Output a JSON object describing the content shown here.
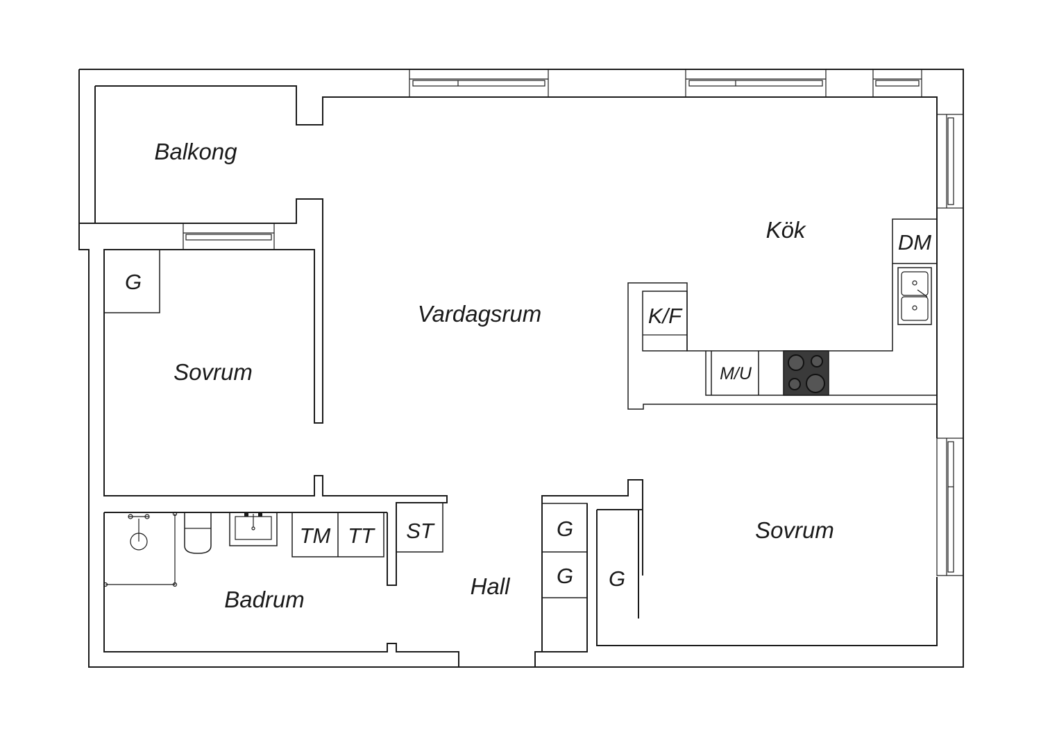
{
  "rooms": {
    "balkong": "Balkong",
    "kok": "Kök",
    "vardagsrum": "Vardagsrum",
    "sovrum_left": "Sovrum",
    "sovrum_right": "Sovrum",
    "badrum": "Badrum",
    "hall": "Hall"
  },
  "fixtures": {
    "dm": "DM",
    "kf": "K/F",
    "mu": "M/U",
    "g_bedroom_left": "G",
    "tm": "TM",
    "tt": "TT",
    "st": "ST",
    "g_hall_top": "G",
    "g_hall_bottom": "G",
    "g_bedroom_right": "G"
  },
  "colors": {
    "line": "#1a1a1a",
    "background": "#ffffff",
    "stove": "#3a3a3a"
  }
}
